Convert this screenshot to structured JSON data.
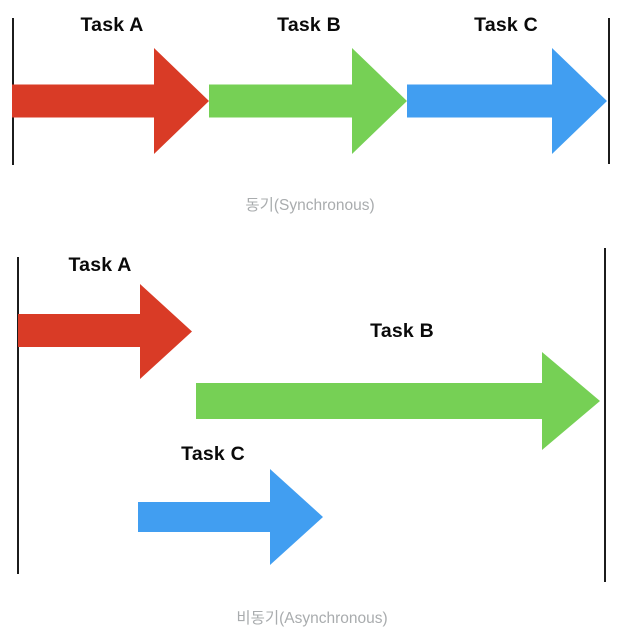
{
  "colors": {
    "background": "#ffffff",
    "label": "#0a0a0a",
    "caption": "#a9acae",
    "timeline": "#1c1c1c"
  },
  "sections": {
    "synchronous": {
      "caption": "동기(Synchronous)",
      "tasks": [
        {
          "label": "Task A",
          "color": "#d93b26"
        },
        {
          "label": "Task B",
          "color": "#76d055"
        },
        {
          "label": "Task C",
          "color": "#419ef1"
        }
      ]
    },
    "asynchronous": {
      "caption": "비동기(Asynchronous)",
      "tasks": [
        {
          "label": "Task A",
          "color": "#d93b26"
        },
        {
          "label": "Task B",
          "color": "#76d055"
        },
        {
          "label": "Task C",
          "color": "#419ef1"
        }
      ]
    }
  }
}
